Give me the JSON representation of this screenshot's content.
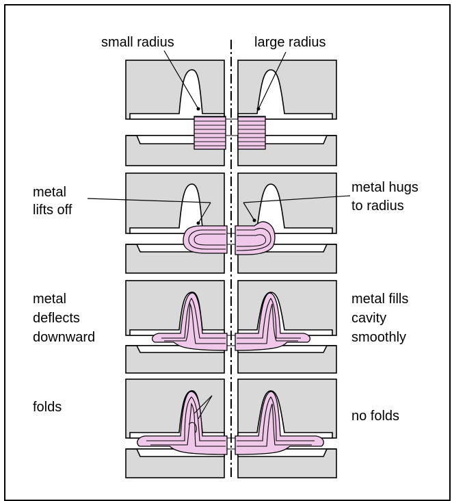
{
  "labels": {
    "top_left": "small radius",
    "top_right": "large radius",
    "row2_left": [
      "metal",
      "lifts off"
    ],
    "row2_right": [
      "metal hugs",
      "to radius"
    ],
    "row3_left": [
      "metal",
      "deflects",
      "downward"
    ],
    "row3_right": [
      "metal fills",
      "cavity",
      "smoothly"
    ],
    "row4_left": "folds",
    "row4_right": "no folds"
  },
  "colors": {
    "die": "#d9d9d9",
    "metal": "#f0c8ea",
    "line": "#000000"
  }
}
